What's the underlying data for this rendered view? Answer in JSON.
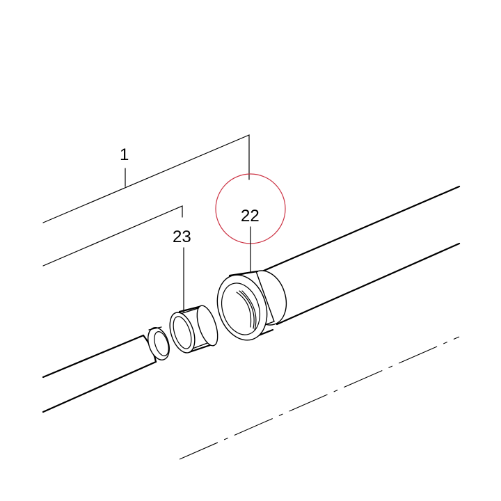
{
  "callouts": {
    "assembly_label": "1",
    "part_22_label": "22",
    "part_23_label": "23"
  },
  "colors": {
    "line": "#000000",
    "highlight_circle": "#cc3344",
    "background": "#ffffff"
  }
}
